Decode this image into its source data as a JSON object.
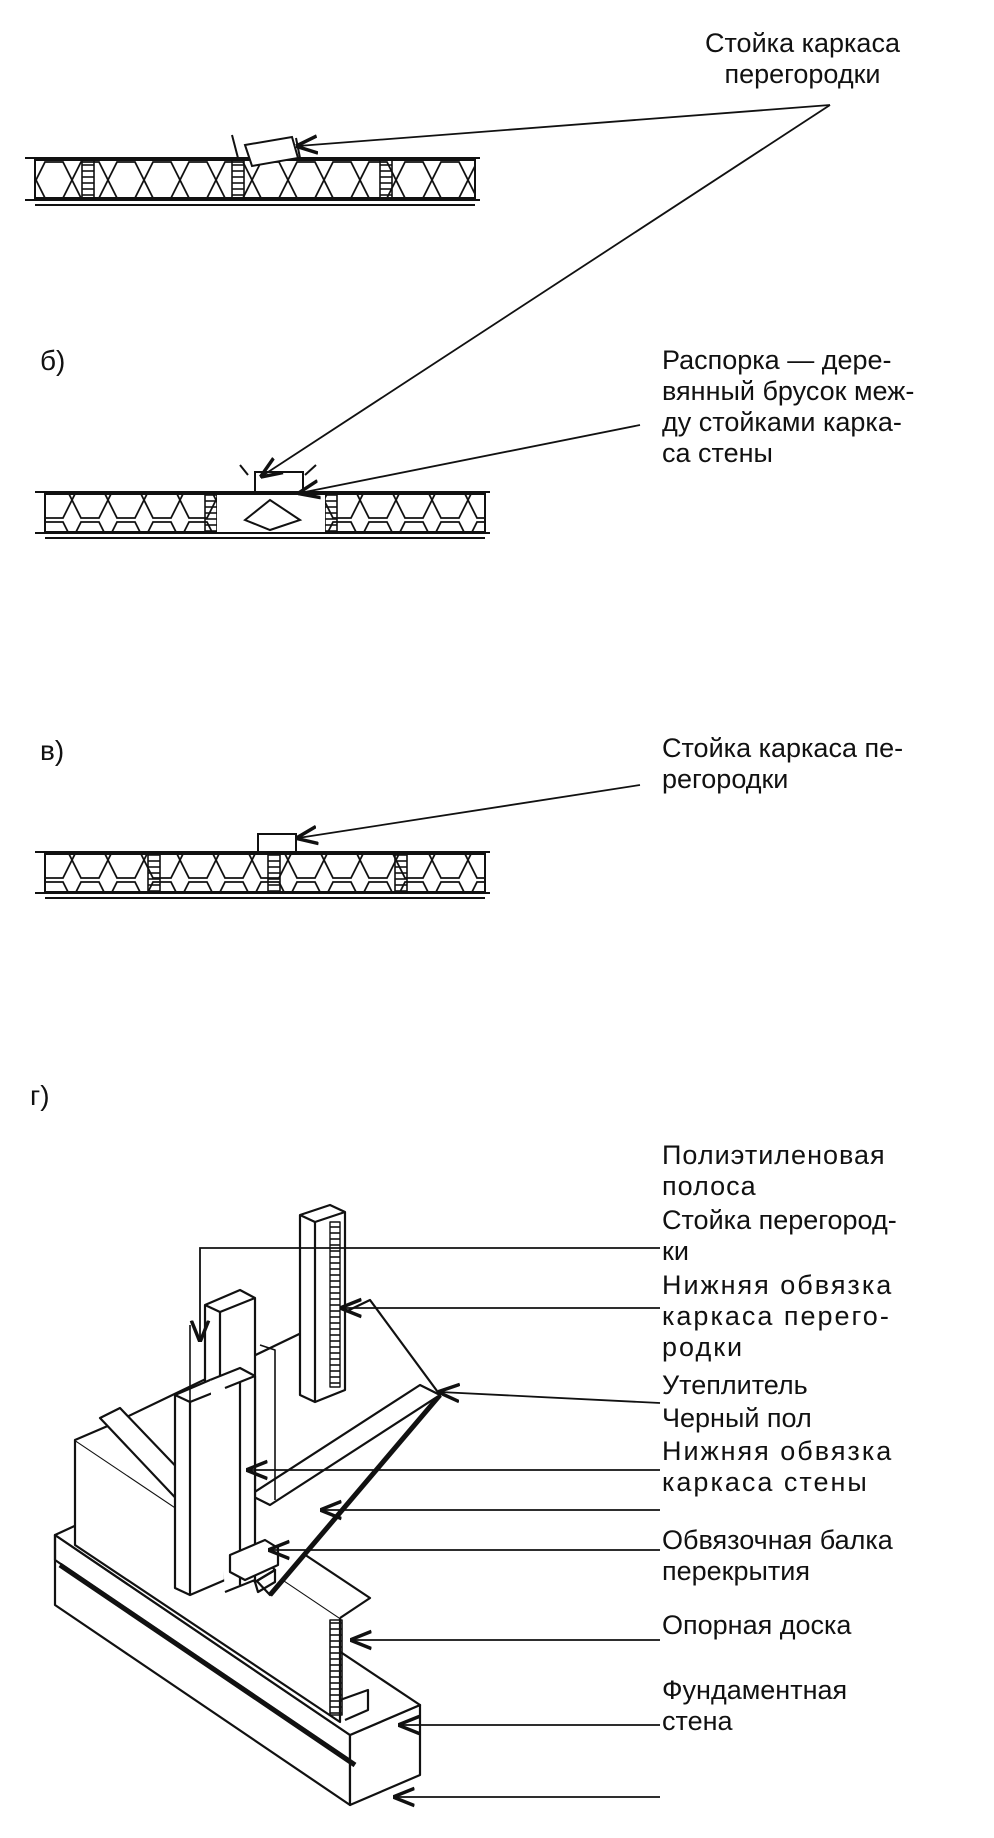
{
  "panels": {
    "b_letter": "б)",
    "v_letter": "в)",
    "g_letter": "г)"
  },
  "labels": {
    "a_post": [
      "Стойка каркаса",
      "перегородки"
    ],
    "b_brace": [
      "Распорка — дере-",
      "вянный брусок меж-",
      "ду стойками карка-",
      "са стены"
    ],
    "v_post": [
      "Стойка каркаса пе-",
      "регородки"
    ],
    "g_poly": [
      "Полиэтиленовая",
      "полоса"
    ],
    "g_post": [
      "Стойка перегород-",
      "ки"
    ],
    "g_bottom_plate": [
      "Нижняя обвязка",
      "каркаса перего-",
      "родки"
    ],
    "g_insulation": "Утеплитель",
    "g_subfloor": "Черный пол",
    "g_wall_plate": [
      "Нижняя обвязка",
      "каркаса стены"
    ],
    "g_rim_joist": [
      "Обвязочная балка",
      "перекрытия"
    ],
    "g_sill": "Опорная доска",
    "g_foundation": [
      "Фундаментная",
      "стена"
    ]
  },
  "colors": {
    "ink": "#111111",
    "background": "#ffffff"
  }
}
